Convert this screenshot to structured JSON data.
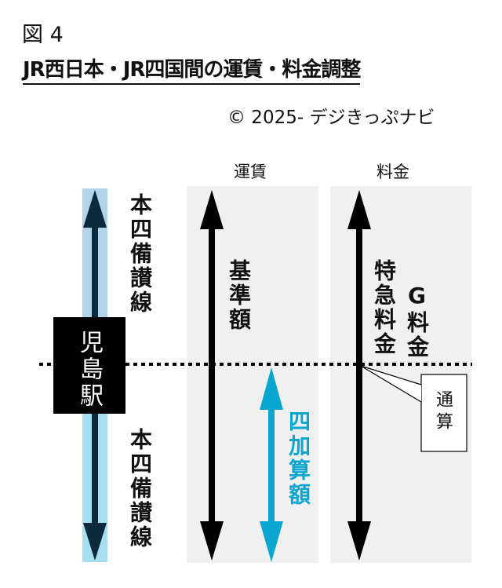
{
  "figure_label": "図 4",
  "title": "JR西日本・JR四国間の運賃・料金調整",
  "copyright": "© 2025- デジきっぷナビ",
  "columns": {
    "fare": "運賃",
    "charge": "料金"
  },
  "line_label_top": "本四備讃線",
  "line_label_bottom": "本四備讃線",
  "station": "児島駅",
  "base_amount": "基準額",
  "limited_express_charge": "特急料金",
  "green_charge": "G料金",
  "shikoku_surcharge": "四加算額",
  "callout": "通算",
  "colors": {
    "panel": "#f0f0f0",
    "blue_arrow": "#0aa6d0",
    "strip_top": "#b2d4ea",
    "strip_bottom": "#a6dff0",
    "line_arrow": "#0d2a3a"
  }
}
